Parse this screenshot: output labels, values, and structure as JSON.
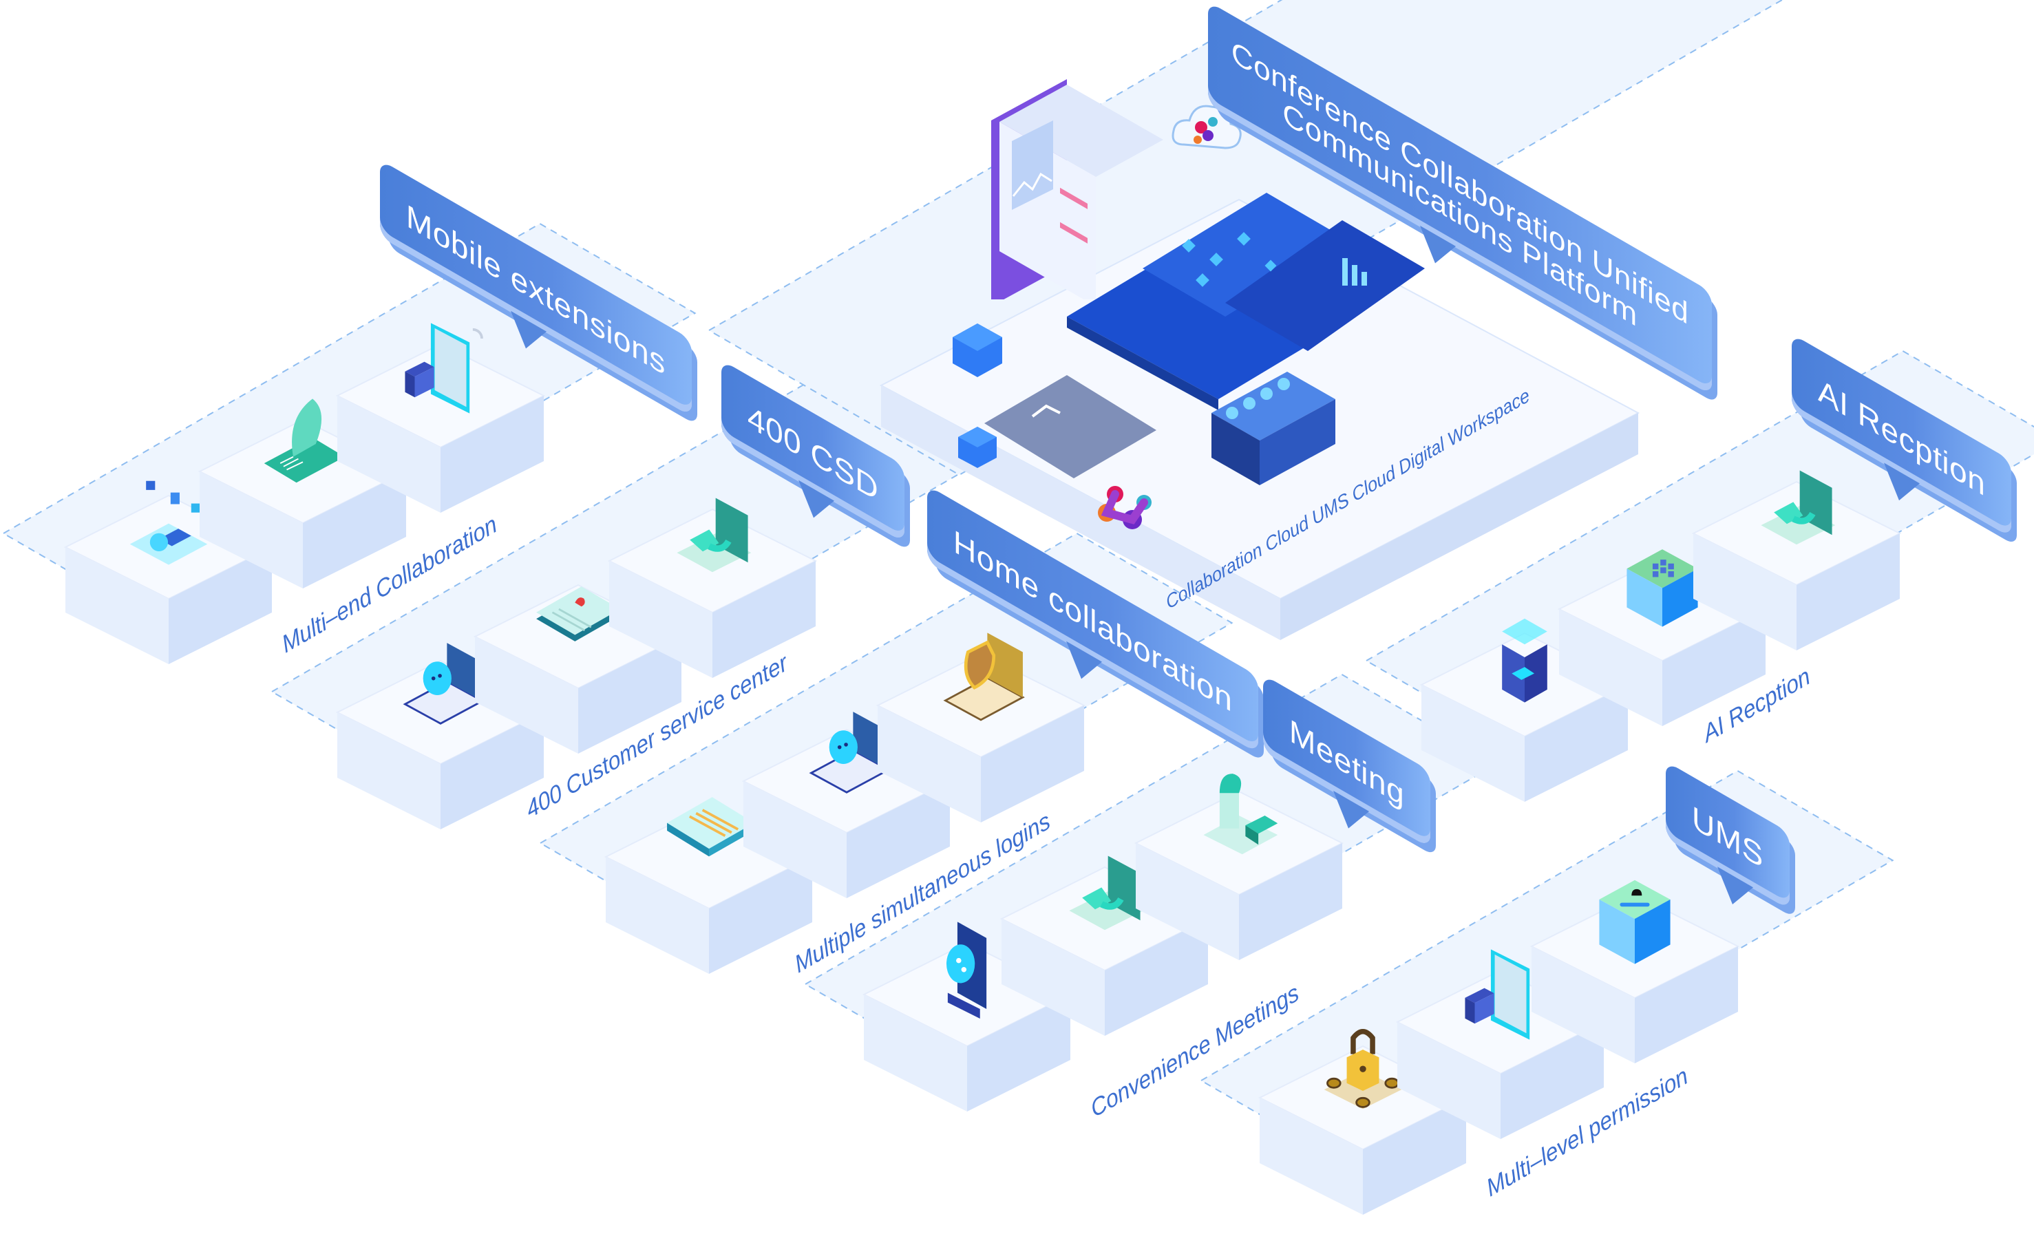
{
  "platform": {
    "title_line1": "Conference Collaboration Unified",
    "title_line2": "Communications Platform",
    "caption": "Collaboration Cloud UMS Cloud Digital Workspace",
    "icons": [
      "dashboard-window-icon",
      "cloud-logo-icon",
      "server-board-icon",
      "server-rack-icon",
      "chip-cube-icon",
      "brand-logo-icon"
    ]
  },
  "modules": [
    {
      "id": "mobile-extensions",
      "tag": "Mobile extensions",
      "caption": "Multi–end Collaboration",
      "items": [
        "cube-network-icon",
        "barcode-scanner-icon",
        "monitor-wifi-icon"
      ]
    },
    {
      "id": "400-csd",
      "tag": "400 CSD",
      "caption": "400 Customer service center",
      "items": [
        "laptop-chat-icon",
        "contact-card-icon",
        "tablet-return-icon"
      ]
    },
    {
      "id": "home-collaboration",
      "tag": "Home collaboration",
      "caption": "Multiple simultaneous logins",
      "items": [
        "message-bubble-icon",
        "laptop-chat-icon",
        "laptop-shield-icon"
      ]
    },
    {
      "id": "meeting",
      "tag": "Meeting",
      "caption": "Convenience Meetings",
      "items": [
        "phone-share-icon",
        "tablet-return-icon",
        "cloud-upload-icon"
      ]
    },
    {
      "id": "ai-reception",
      "tag": "AI Recption",
      "caption": "AI Recption",
      "items": [
        "building-upload-icon",
        "grid-box-icon",
        "tablet-return-icon"
      ]
    },
    {
      "id": "ums",
      "tag": "UMS",
      "caption": "Multi–level permission",
      "items": [
        "padlock-icon",
        "monitor-wifi-icon",
        "cloud-login-box-icon"
      ]
    }
  ],
  "colors": {
    "tag_blue": "#4a7fd9",
    "caption_blue": "#3c6fd0",
    "plate_fill": "#eef5fe",
    "plate_dash": "#8fbdf0",
    "teal": "#2ec4b0",
    "gold": "#f2c23a"
  }
}
